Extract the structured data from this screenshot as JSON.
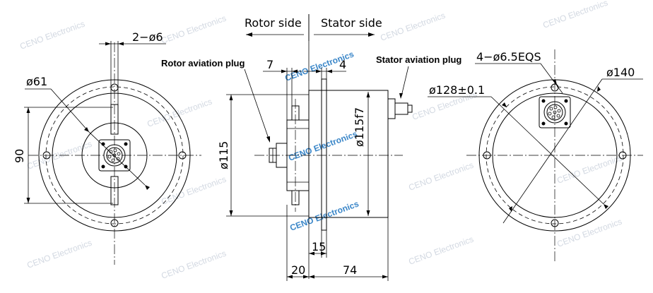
{
  "side_labels": {
    "rotor": "Rotor side",
    "stator": "Stator side"
  },
  "plug_labels": {
    "rotor": "Rotor aviation plug",
    "stator": "Stator aviation plug"
  },
  "dimensions": {
    "hole_left": "2−ø6",
    "bore_left": "ø61",
    "height_left": "90",
    "dim_7": "7",
    "dim_4": "4",
    "dia_115": "ø115",
    "dia_115f7": "ø115f7",
    "dim_15": "15",
    "dim_20": "20",
    "dim_74": "74",
    "holes_right": "4−ø6.5EQS",
    "pcd_right": "ø128±0.1",
    "dia_right": "ø140"
  },
  "watermark": {
    "text": "CENO Electronics"
  }
}
